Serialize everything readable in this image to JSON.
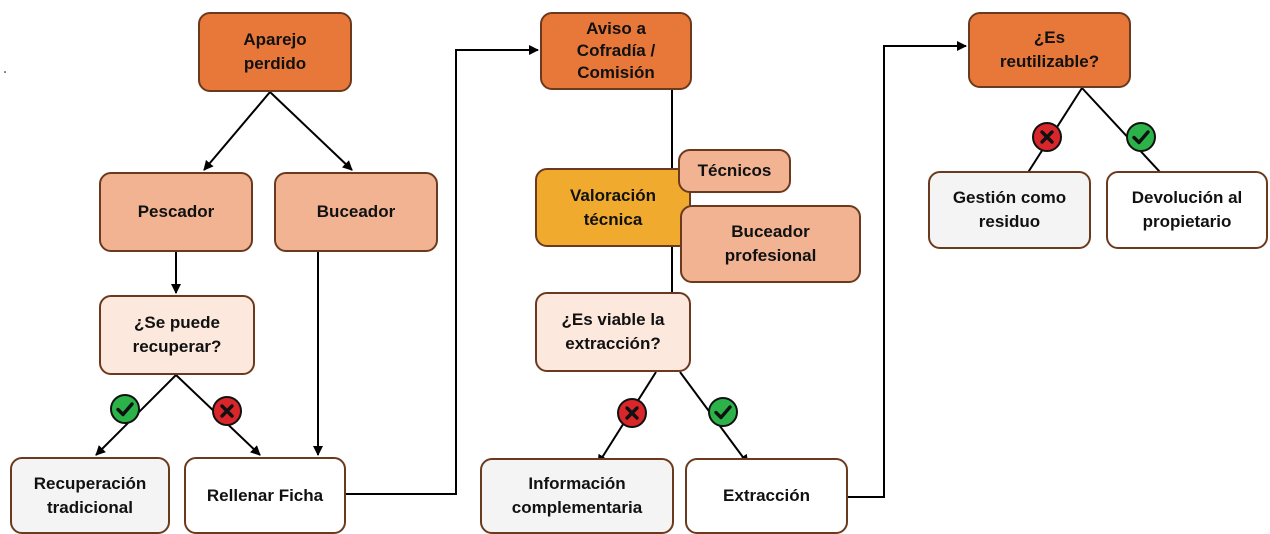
{
  "nodes": {
    "aparejo_perdido": "Aparejo\nperdido",
    "pescador": "Pescador",
    "buceador": "Buceador",
    "se_puede_recuperar": "¿Se puede\nrecuperar?",
    "recuperacion_tradicional": "Recuperación\ntradicional",
    "rellenar_ficha": "Rellenar Ficha",
    "aviso": "Aviso a\nCofradía /\nComisión",
    "valoracion_tecnica": "Valoración\ntécnica",
    "tecnicos": "Técnicos",
    "buceador_profesional": "Buceador\nprofesional",
    "es_viable": "¿Es viable la\nextracción?",
    "informacion_complementaria": "Información\ncomplementaria",
    "extraccion": "Extracción",
    "es_reutilizable": "¿Es\nreutilizable?",
    "gestion_residuo": "Gestión como\nresiduo",
    "devolucion": "Devolución al\npropietario"
  },
  "badges": {
    "recuperar_yes": "check-icon",
    "recuperar_no": "cross-icon",
    "viable_no": "cross-icon",
    "viable_yes": "check-icon",
    "reutilizable_no": "cross-icon",
    "reutilizable_yes": "check-icon"
  },
  "colors": {
    "start_node": "#e8783a",
    "actor_node": "#f1b391",
    "question_node": "#fde8de",
    "assessment_node": "#f0aa2e",
    "terminal_node": "#f4f4f4",
    "border": "#6b3a1e",
    "yes_badge": "#2bb34a",
    "no_badge": "#d9262b"
  }
}
